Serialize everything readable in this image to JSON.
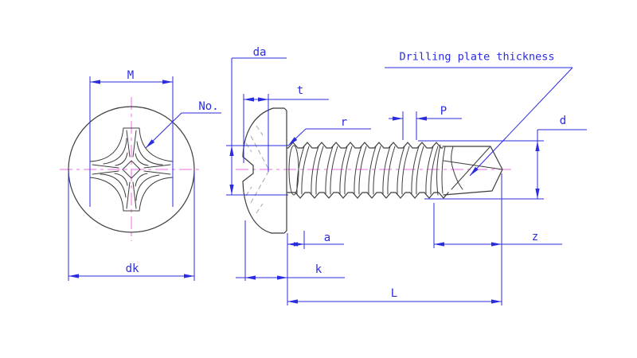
{
  "colors": {
    "dimension": "#2b2be0",
    "outline": "#3c3c3c",
    "centerline": "#f26bea",
    "hidden": "#a6a6a6",
    "background": "#ffffff"
  },
  "views": {
    "front": {
      "dimension_labels": {
        "M": "M",
        "dk": "dk"
      },
      "callouts": {
        "no": "No."
      }
    },
    "side": {
      "dimension_labels": {
        "da": "da",
        "t": "t",
        "r": "r",
        "P": "P",
        "d": "d",
        "a": "a",
        "k": "k",
        "z": "z",
        "L": "L"
      },
      "callouts": {
        "drilling": "Drilling plate thickness"
      }
    }
  }
}
